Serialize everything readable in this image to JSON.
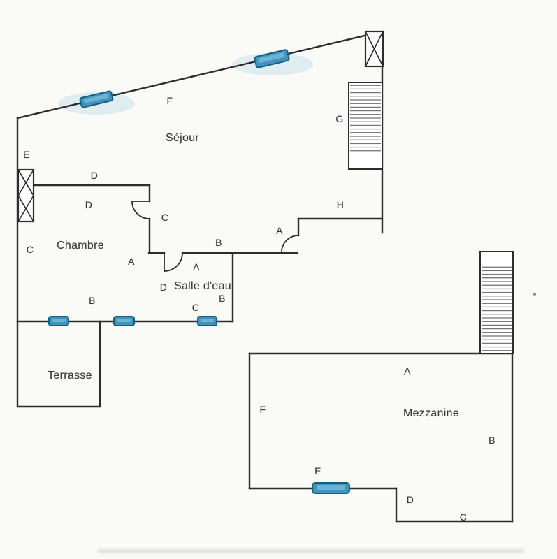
{
  "document": {
    "type": "floor-plan",
    "style": "scanned architectural sketch"
  },
  "colors": {
    "background": "#fafaf7",
    "wall": "#2d2d2d",
    "hatch": "#4a4a4a",
    "text": "#3a3a3a",
    "window_fill": "#3f93bd",
    "window_border": "#14607e"
  },
  "rooms": {
    "sejour": "Séjour",
    "chambre": "Chambre",
    "salle_deau": "Salle d'eau",
    "terrasse": "Terrasse",
    "mezzanine": "Mezzanine"
  },
  "labels": [
    {
      "text": "E"
    },
    {
      "text": "F"
    },
    {
      "text": "G"
    },
    {
      "text": "H"
    },
    {
      "text": "D"
    },
    {
      "text": "D"
    },
    {
      "text": "C"
    },
    {
      "text": "C"
    },
    {
      "text": "A"
    },
    {
      "text": "A"
    },
    {
      "text": "B"
    },
    {
      "text": "A"
    },
    {
      "text": "D"
    },
    {
      "text": "B"
    },
    {
      "text": "B"
    },
    {
      "text": "C"
    },
    {
      "text": "A"
    },
    {
      "text": "F"
    },
    {
      "text": "B"
    },
    {
      "text": "E"
    },
    {
      "text": "D"
    },
    {
      "text": "C"
    }
  ],
  "symbols": {
    "window": "blue double-glazing symbol",
    "staircase": "hatched stair run",
    "column": "crossed post symbol"
  }
}
